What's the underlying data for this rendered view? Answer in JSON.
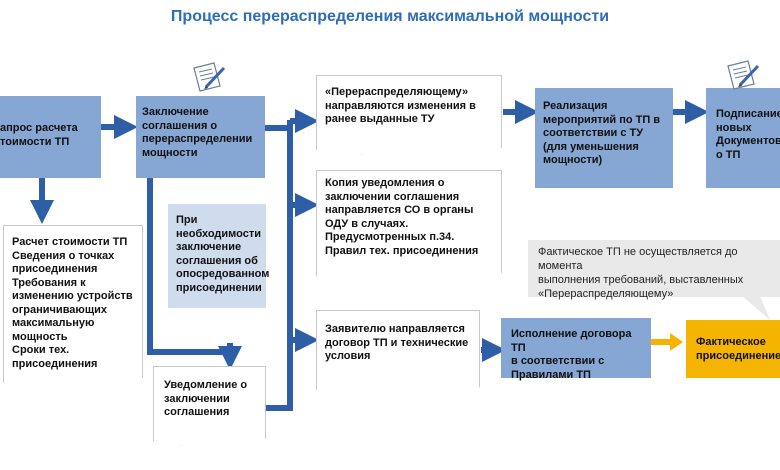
{
  "title": "Процесс перераспределения максимальной мощности",
  "boxes": {
    "request": "апрос расчета\nтоимости ТП",
    "conclusion": "Заключение\nсоглашения о\nперераспределении\nмощности",
    "indirect": "При\nнеобходимости\nзаключение\nсоглашения об\nопосредованном\nприсоединении",
    "calc": "Расчет стоимости ТП\nСведения о точках\nприсоединения\nТребования к\nизменению устройств\nограничивающих\nмаксимальную\nмощность\nСроки тех.\nприсоединения",
    "notice": "Уведомление о\nзаключении\nсоглашения",
    "redistributor": "«Перераспределяющему»\nнаправляются изменения в\nранее выданные ТУ",
    "copy": "Копия уведомления о\nзаключении соглашения\nнаправляется  СО в органы\nОДУ в случаях.\nПредусмотренных п.34.\nПравил тех. присоединения",
    "applicant": "Заявителю направляется\nдоговор ТП и технические\nусловия",
    "realization": "Реализация\nмероприятий по ТП в\nсоответствии с ТУ\n(для уменьшения\nмощности)",
    "signing": "Подписание\nновых\nДокументов\nо ТП",
    "execution": "Исполнение договора ТП\nв соответствии с\nПравилами ТП",
    "actual": "Фактическое\nприсоединение"
  },
  "note": "Фактическое ТП не осуществляется до момента\nвыполнения требований, выставленных\n«Перераспределяющему»",
  "colors": {
    "title": "#2f6db5",
    "blue_box": "#86a6d4",
    "light_box": "#cfdcee",
    "arrow": "#2e5fa6",
    "orange": "#f5b400"
  },
  "icons": [
    "document-pen-icon",
    "document-pen-icon"
  ]
}
